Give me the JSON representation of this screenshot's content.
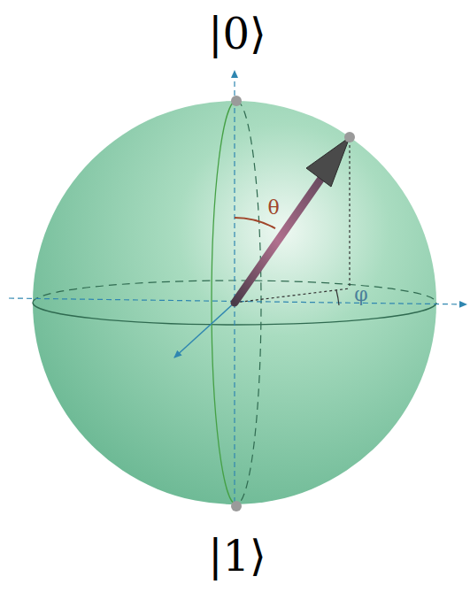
{
  "diagram": {
    "labels": [
      "|0⟩",
      "|1⟩",
      "θ",
      "φ"
    ]
  }
}
